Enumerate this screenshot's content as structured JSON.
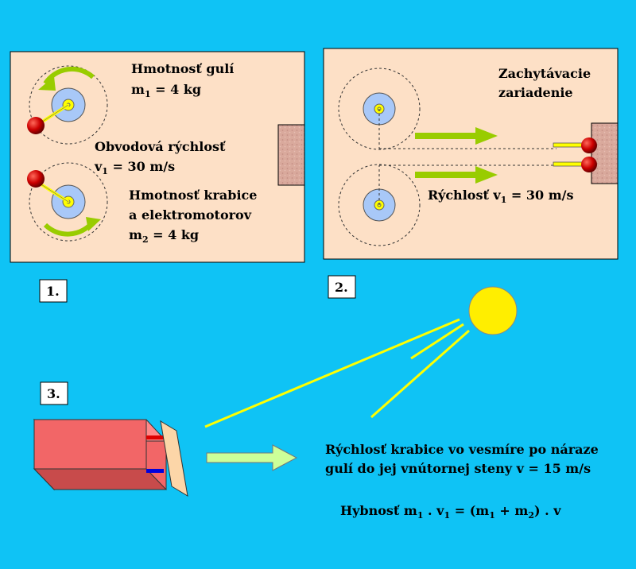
{
  "colors": {
    "background": "#0fc3f5",
    "panel": "#fde0c6",
    "arrow_green": "#99cc00",
    "ball_red": "#c00000",
    "disc_blue": "#a8c8f8",
    "axle_yellow": "#ffff00",
    "box_red": "#f26667",
    "sun_yellow": "#ffee00",
    "wall_brown": "#d9a99c"
  },
  "panel1": {
    "title1": "Hmotnosť gulí",
    "m1_text": "m",
    "m1_sub": "1",
    "m1_value": " = 4 kg",
    "speed_title": "Obvodová rýchlosť",
    "v1_text": "v",
    "v1_sub": "1",
    "v1_value": " = 30 m/s",
    "box_title1": "Hmotnosť krabice",
    "box_title2": "a elektromotorov",
    "m2_text": "m",
    "m2_sub": "2",
    "m2_value": " = 4 kg"
  },
  "panel2": {
    "catch_line1": "Zachytávacie",
    "catch_line2": "zariadenie",
    "speed_text": "Rýchlosť v",
    "speed_sub": "1",
    "speed_value": " = 30 m/s"
  },
  "labels": {
    "step1": "1.",
    "step2": "2.",
    "step3": "3."
  },
  "bottom": {
    "line1": "Rýchlosť krabice vo vesmíre po náraze",
    "line2": "gulí do jej vnútornej steny v = 15 m/s",
    "formula_prefix": "Hybnosť m",
    "formula_sub1": "1",
    "formula_mid1": " . v",
    "formula_sub2": "1",
    "formula_mid2": " = (m",
    "formula_sub3": "1",
    "formula_mid3": " + m",
    "formula_sub4": "2",
    "formula_end": ") . v"
  }
}
